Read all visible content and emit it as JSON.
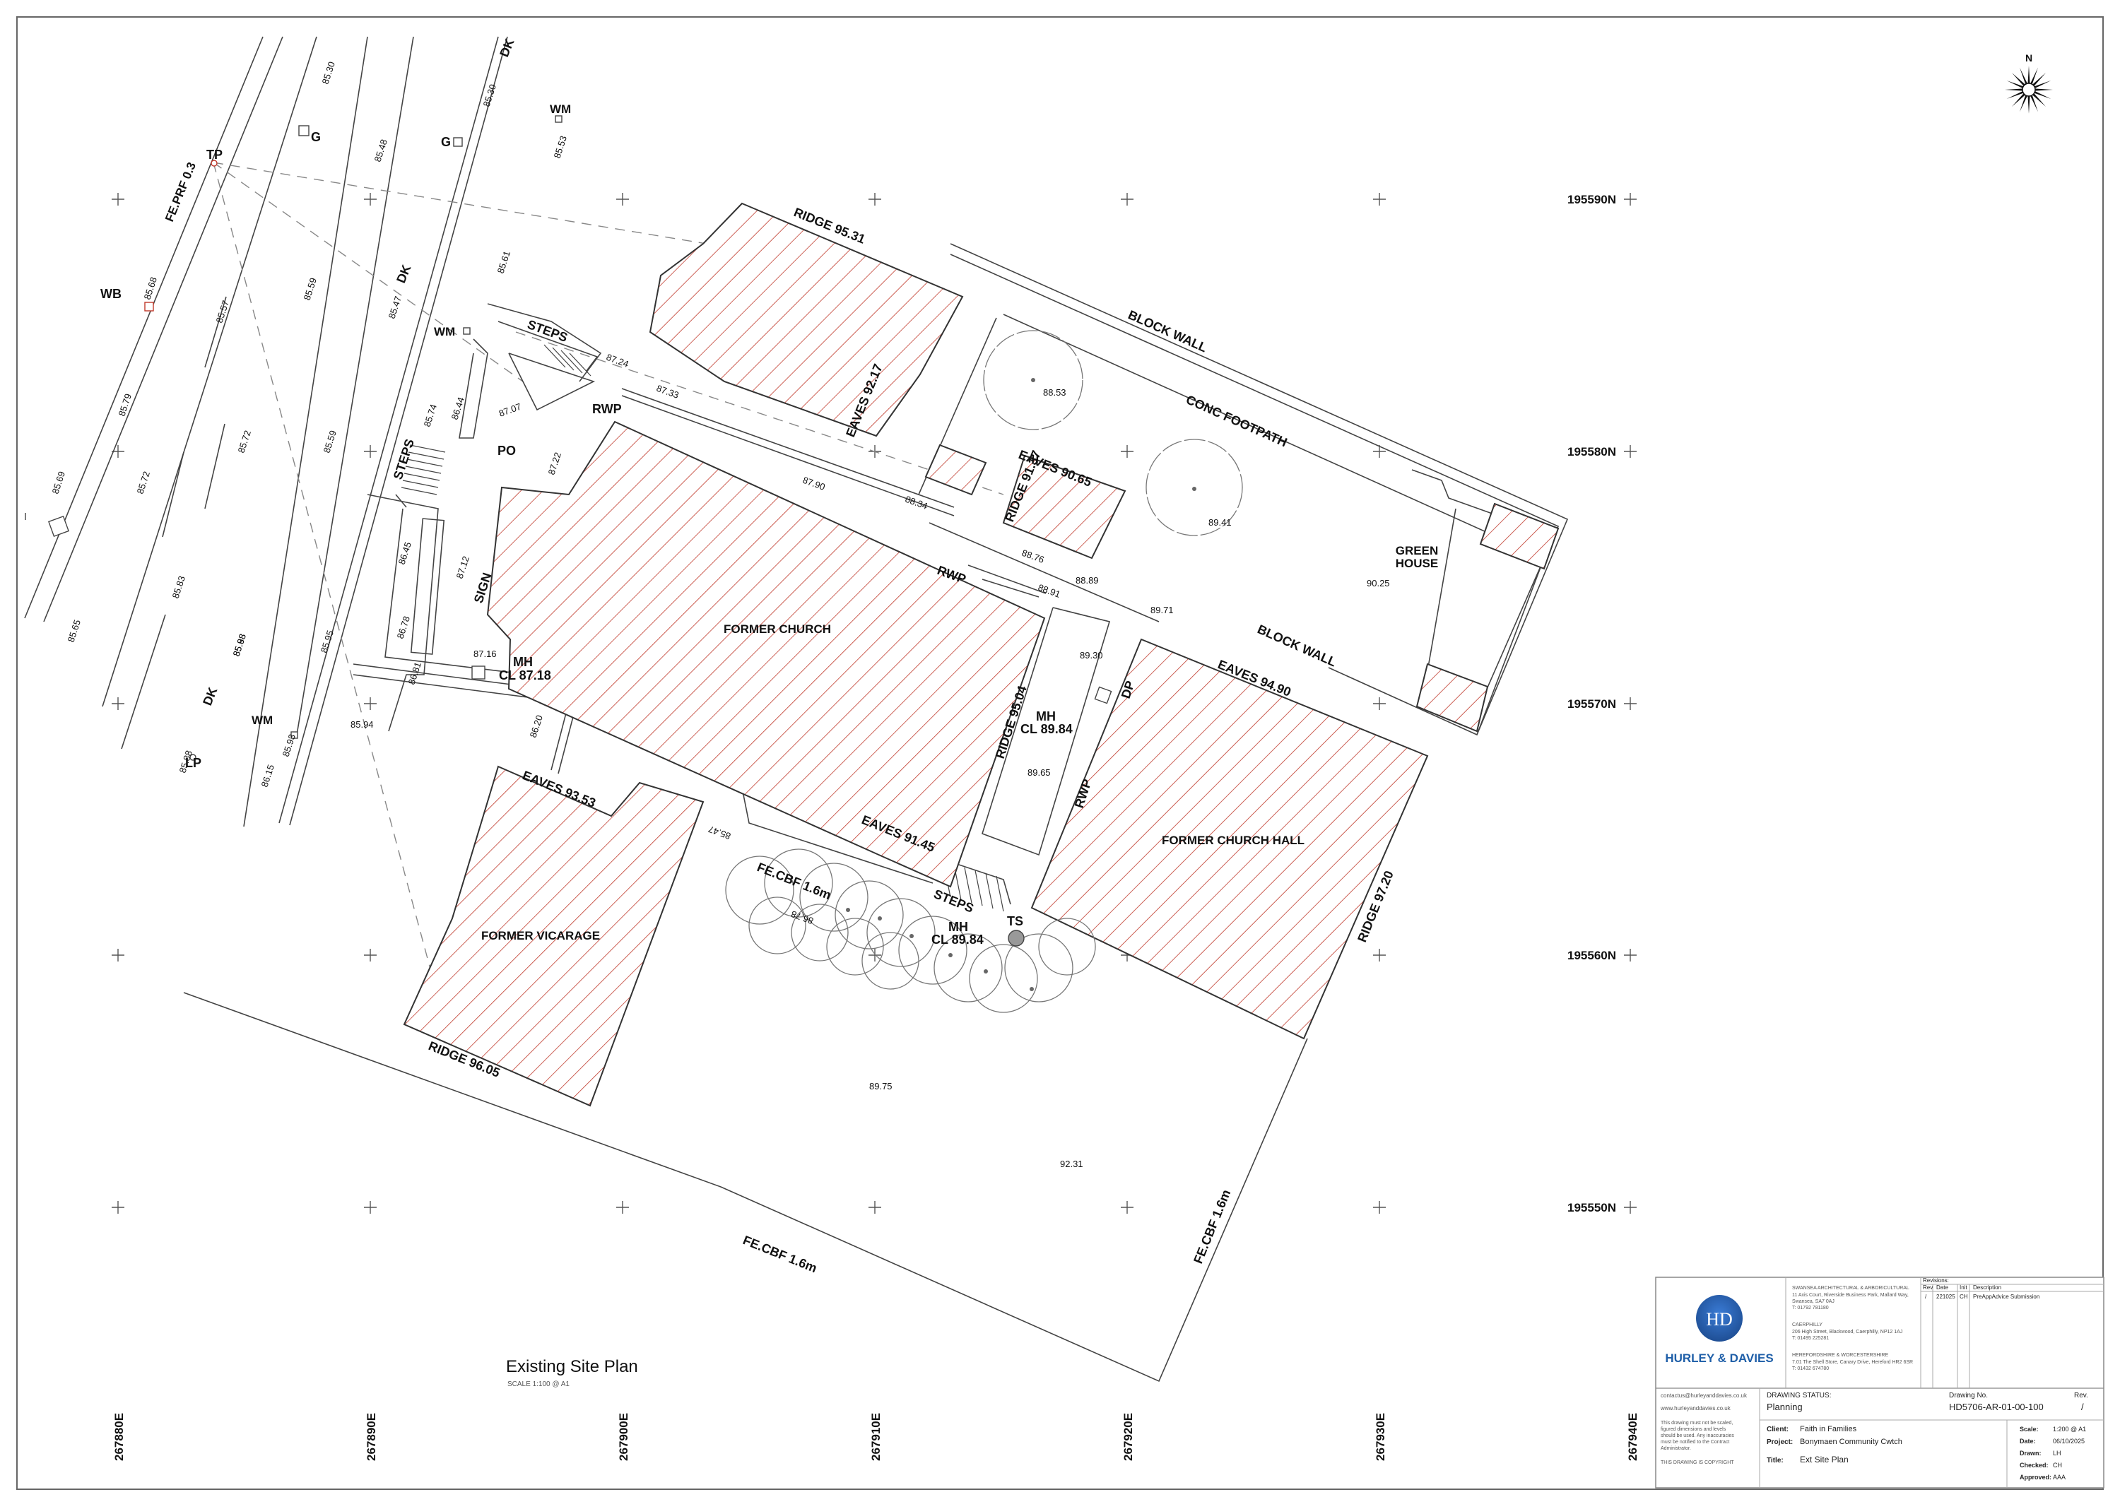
{
  "drawing": {
    "title": "Existing Site Plan",
    "scale_note": "SCALE 1:100 @ A1"
  },
  "grid": {
    "northings": [
      "195590N",
      "195580N",
      "195570N",
      "195560N",
      "195550N"
    ],
    "eastings": [
      "267880E",
      "267890E",
      "267900E",
      "267910E",
      "267920E",
      "267930E",
      "267940E"
    ]
  },
  "buildings": {
    "church": "FORMER CHURCH",
    "hall": "FORMER CHURCH HALL",
    "vicarage": "FORMER VICARAGE",
    "greenhouse": [
      "GREEN",
      "HOUSE"
    ]
  },
  "annotations": {
    "ridge_9531": "RIDGE 95.31",
    "eaves_9217": "EAVES 92.17",
    "ridge_9137": "RIDGE 91.37",
    "eaves_9065": "EAVES 90.65",
    "ridge_9504": "RIDGE 95.04",
    "eaves_9145": "EAVES 91.45",
    "eaves_9490": "EAVES 94.90",
    "ridge_9720": "RIDGE 97.20",
    "eaves_9353": "EAVES 93.53",
    "ridge_9605": "RIDGE 96.05",
    "block_wall_1": "BLOCK WALL",
    "block_wall_2": "BLOCK WALL",
    "conc_footpath": "CONC FOOTPATH",
    "steps_1": "STEPS",
    "steps_2": "STEPS",
    "steps_3": "STEPS",
    "rwp_1": "RWP",
    "rwp_2": "RWP",
    "rwp_3": "RWP",
    "po": "PO",
    "sign": "SIGN",
    "dp": "DP",
    "ts": "TS",
    "tp": "TP",
    "wb": "WB",
    "lp": "LP",
    "g1": "G",
    "g2": "G",
    "wm1": "WM",
    "wm2": "WM",
    "wm3": "WM",
    "wm4": "WM",
    "dk1": "DK",
    "dk2": "DK",
    "dk3": "DK",
    "fe_prf": "FE.PRF 0.3",
    "fe_cbf_1": "FE.CBF 1.6m",
    "fe_cbf_2": "FE.CBF 1.6m",
    "fe_cbf_3": "FE.CBF 1.6m",
    "mh1": [
      "MH",
      "CL 87.18"
    ],
    "mh2": [
      "MH",
      "CL 89.84"
    ],
    "mh3": [
      "MH",
      "CL 89.84"
    ]
  },
  "levels": {
    "l1": "88.53",
    "l2": "89.41",
    "l3": "90.25",
    "l4": "89.71",
    "l5": "89.30",
    "l6": "89.65",
    "l7": "88.89",
    "l8": "88.91",
    "l9": "88.76",
    "l10": "88.34",
    "l11": "87.90",
    "l12": "87.33",
    "l13": "87.24",
    "l14": "87.07",
    "l15": "87.22",
    "l16": "87.16",
    "l17": "86.20",
    "l18": "85.94",
    "l19": "89.75",
    "l20": "92.31",
    "l21": "86.44",
    "l22": "85.74",
    "l23": "85.61",
    "l24": "85.47",
    "l25": "85.59",
    "l26": "85.48",
    "l27": "85.30",
    "l28": "85.53",
    "l29": "85.30",
    "l30": "85.68",
    "l31": "85.79",
    "l32": "85.72",
    "l33": "85.83",
    "l34": "85.65",
    "l35": "85.88",
    "l36": "85.93",
    "l37": "86.15",
    "l38": "85.88",
    "l39": "85.69",
    "l40": "85.57",
    "l41": "85.72",
    "l42": "85.59",
    "l43": "85.95",
    "l44": "85.98",
    "l45": "86.45",
    "l46": "86.78",
    "l47": "86.81",
    "l48": "87.12",
    "l49": "86.78",
    "l50": "85.47"
  },
  "title_block": {
    "company": "HURLEY & DAVIES",
    "logo_initials": "HD",
    "office1_title": "SWANSEA ARCHITECTURAL & ARBORICULTURAL",
    "office1_lines": [
      "11 Axis Court, Riverside Business Park, Mallard Way,",
      "Swansea, SA7 0AJ",
      "T:      01792 781180"
    ],
    "office2_title": "CAERPHILLY",
    "office2_lines": [
      "206 High Street, Blackwood, Caerphilly, NP12 1AJ",
      "T:      01495 225281"
    ],
    "office3_title": "HEREFORDSHIRE & WORCESTERSHIRE",
    "office3_lines": [
      "7.01 The Shell Store, Canary Drive, Hereford HR2 6SR",
      "T:      01432 674780"
    ],
    "email": "contactus@hurleyanddavies.co.uk",
    "website": "www.hurleyanddavies.co.uk",
    "disclaimer": [
      "This drawing must not be scaled,",
      "figured dimensions and levels",
      "should be used. Any inaccuracies",
      "must be notified to the Contract",
      "Administrator."
    ],
    "copyright": "THIS DRAWING IS COPYRIGHT",
    "revisions_title": "Revisions:",
    "rev_headers": [
      "Rev",
      "Date",
      "Init",
      "Description"
    ],
    "rev_row": [
      "/",
      "221025",
      "CH",
      "PreAppAdvice Submission"
    ],
    "status_label": "DRAWING STATUS:",
    "status_value": "Planning",
    "drawing_no_label": "Drawing No.",
    "drawing_no": "HD5706-AR-01-00-100",
    "rev_label": "Rev.",
    "rev_value": "/",
    "client_label": "Client:",
    "client": "Faith in Families",
    "project_label": "Project:",
    "project": "Bonymaen Community Cwtch",
    "title_label": "Title:",
    "title": "Ext Site Plan",
    "scale_label": "Scale:",
    "scale": "1:200 @ A1",
    "date_label": "Date:",
    "date": "06/10/2025",
    "drawn_label": "Drawn:",
    "drawn": "LH",
    "checked_label": "Checked:",
    "checked": "CH",
    "approved_label": "Approved:",
    "approved": "AAA"
  },
  "north_arrow_label": "N",
  "colors": {
    "hatch": "#c0392b",
    "line": "#333333",
    "brand": "#1f5fa8"
  }
}
